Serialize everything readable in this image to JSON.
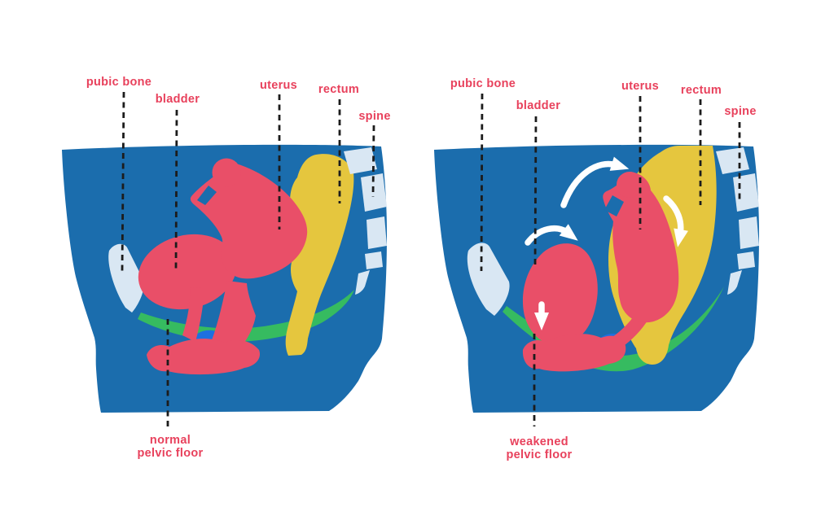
{
  "figure": {
    "panels": [
      {
        "id": "normal",
        "labels": {
          "pubic_bone": "pubic bone",
          "bladder": "bladder",
          "uterus": "uterus",
          "rectum": "rectum",
          "spine": "spine"
        },
        "caption_line1": "normal",
        "caption_line2": "pelvic floor"
      },
      {
        "id": "weakened",
        "labels": {
          "pubic_bone": "pubic bone",
          "bladder": "bladder",
          "uterus": "uterus",
          "rectum": "rectum",
          "spine": "spine"
        },
        "caption_line1": "weakened",
        "caption_line2": "pelvic floor"
      }
    ],
    "colors": {
      "background_white": "#FFFFFF",
      "body_blue": "#1B6DAD",
      "organ_red": "#E94F68",
      "rectum_yellow": "#E5C63E",
      "floor_green": "#36BB60",
      "bone_light": "#D9E7F3",
      "accent_blue": "#1E70E0",
      "label_red": "#E8415C",
      "dash_black": "#1C1C1C",
      "arrow_white": "#FFFFFF"
    }
  }
}
